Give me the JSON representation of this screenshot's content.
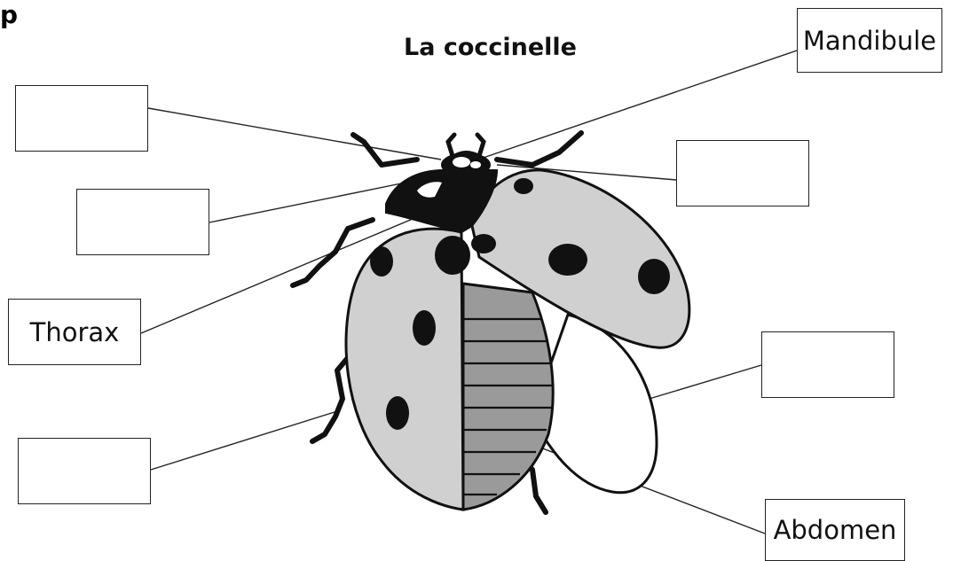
{
  "page": {
    "heading_fragment": "p"
  },
  "diagram": {
    "title": "La coccinelle",
    "labels": [
      {
        "id": "mandibule",
        "text": "Mandibule"
      },
      {
        "id": "top-left",
        "text": ""
      },
      {
        "id": "mid-left",
        "text": ""
      },
      {
        "id": "thorax",
        "text": "Thorax"
      },
      {
        "id": "bottom-left",
        "text": ""
      },
      {
        "id": "right-upper",
        "text": ""
      },
      {
        "id": "right-lower",
        "text": ""
      },
      {
        "id": "abdomen",
        "text": "Abdomen"
      }
    ]
  },
  "colors": {
    "shell": "#d0d0d0",
    "stripe": "#9a9a9a",
    "ink": "#111111"
  }
}
